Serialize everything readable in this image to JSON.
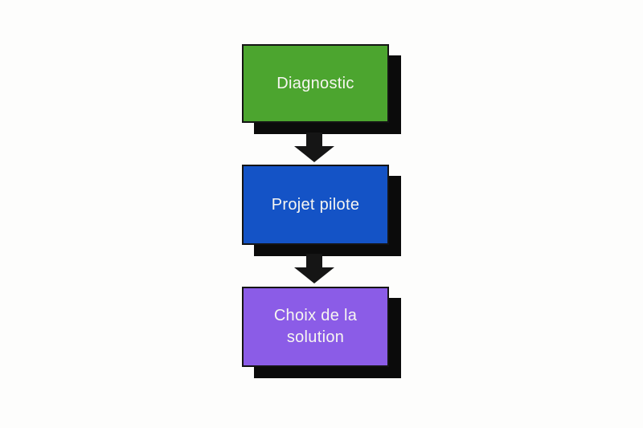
{
  "diagram": {
    "type": "flowchart",
    "direction": "top-to-bottom",
    "background_color": "#fdfdfc",
    "shadow_color": "#0b0b0b",
    "border_color": "#141414",
    "arrow_color": "#151515",
    "text_color": "#f7f6f1",
    "steps": [
      {
        "label": "Diagnostic",
        "fill_color": "#4CA52F"
      },
      {
        "label": "Projet pilote",
        "fill_color": "#1453C6"
      },
      {
        "label": "Choix de la solution",
        "fill_color": "#8B5CE7"
      }
    ],
    "connectors": [
      {
        "from": "Diagnostic",
        "to": "Projet pilote",
        "type": "down-arrow"
      },
      {
        "from": "Projet pilote",
        "to": "Choix de la solution",
        "type": "down-arrow"
      }
    ]
  }
}
